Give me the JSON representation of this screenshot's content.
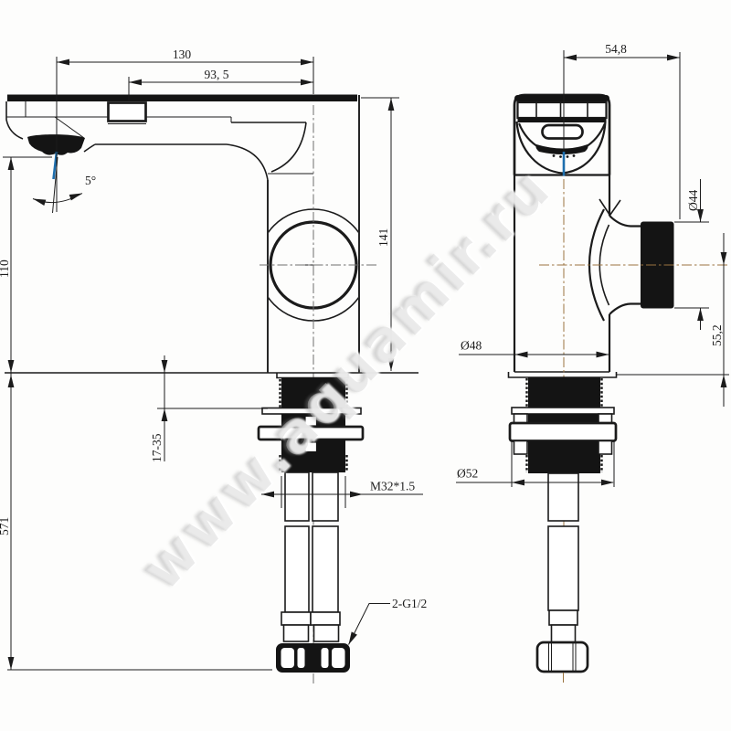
{
  "watermark": {
    "text": "www.aquamir.ru"
  },
  "colors": {
    "line": "#1b1b1b",
    "water_stream": "#1e6fae",
    "centerline_accent": "#9a7440"
  },
  "side_view": {
    "spout_reach": "130",
    "sensor_offset": "93, 5",
    "body_height": "141",
    "outlet_height": "110",
    "overall_height": "571",
    "deck_thickness_range": "17-35",
    "shank_thread": "M32*1.5",
    "inlet_thread": "2-G1/2",
    "stream_angle": "5°"
  },
  "front_view": {
    "handle_offset": "54,8",
    "handle_diameter": "Ø44",
    "handle_center_to_deck": "55,2",
    "body_diameter": "Ø48",
    "flange_diameter": "Ø52"
  }
}
